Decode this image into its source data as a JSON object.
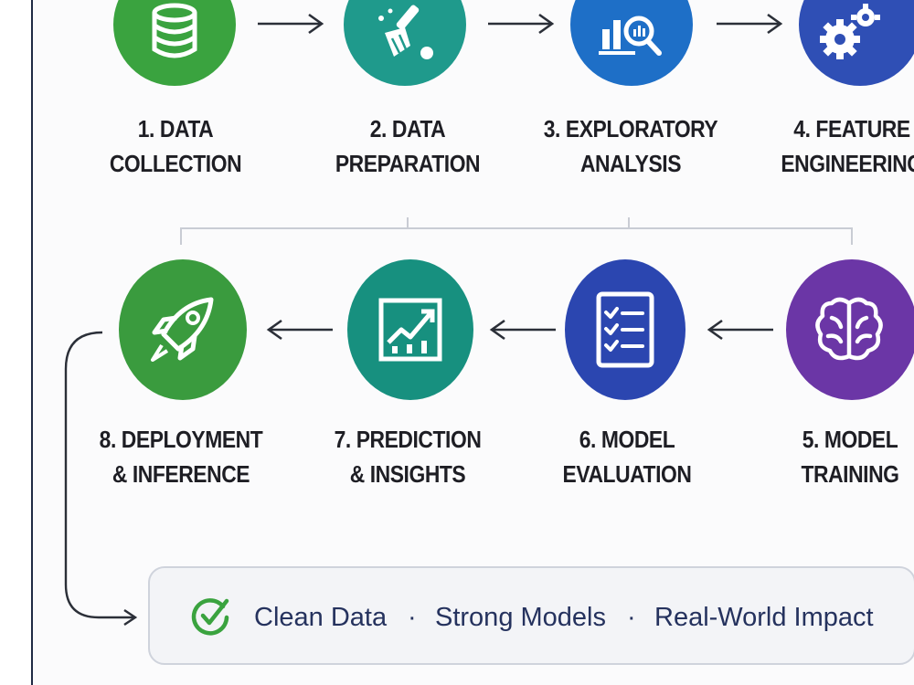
{
  "steps": [
    {
      "line1": "1. DATA",
      "line2": "COLLECTION",
      "icon": "database-icon",
      "color": "#3aa33f"
    },
    {
      "line1": "2. DATA",
      "line2": "PREPARATION",
      "icon": "brush-icon",
      "color": "#1f9a8c"
    },
    {
      "line1": "3. EXPLORATORY",
      "line2": "ANALYSIS",
      "icon": "chart-magnifier-icon",
      "color": "#1e6fc7"
    },
    {
      "line1": "4. FEATURE",
      "line2": "ENGINEERING",
      "icon": "gears-icon",
      "color": "#2f4fb5"
    },
    {
      "line1": "5. MODEL",
      "line2": "TRAINING",
      "icon": "brain-icon",
      "color": "#6b36a6"
    },
    {
      "line1": "6. MODEL",
      "line2": "EVALUATION",
      "icon": "checklist-icon",
      "color": "#2b46b0"
    },
    {
      "line1": "7. PREDICTION",
      "line2": "& INSIGHTS",
      "icon": "trend-chart-icon",
      "color": "#17907f"
    },
    {
      "line1": "8. DEPLOYMENT",
      "line2": "& INFERENCE",
      "icon": "rocket-icon",
      "color": "#3a9b3e"
    }
  ],
  "banner": {
    "item1": "Clean Data",
    "item2": "Strong Models",
    "item3": "Real-World Impact",
    "separator": "·",
    "icon": "check-circle-icon",
    "icon_color": "#3aa33f"
  }
}
